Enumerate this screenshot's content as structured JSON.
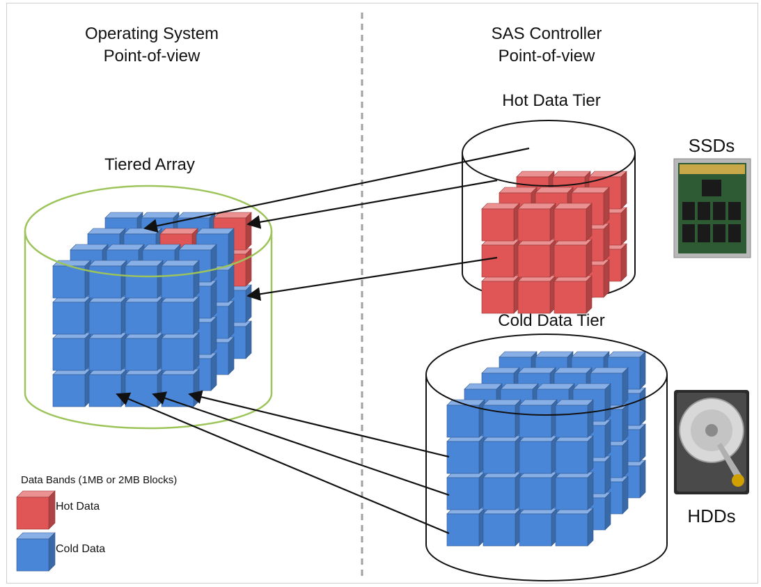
{
  "left_panel": {
    "title_line1": "Operating System",
    "title_line2": "Point-of-view",
    "array_label": "Tiered Array"
  },
  "right_panel": {
    "title_line1": "SAS Controller",
    "title_line2": "Point-of-view",
    "hot_tier_label": "Hot Data Tier",
    "cold_tier_label": "Cold Data Tier",
    "ssd_label": "SSDs",
    "hdd_label": "HDDs"
  },
  "legend": {
    "title": "Data Bands (1MB or 2MB Blocks)",
    "hot_label": "Hot Data",
    "cold_label": "Cold Data"
  },
  "colors": {
    "hot": "#e05555",
    "cold": "#4a86d8",
    "tiered_array_outline": "#9cc45a",
    "tier_outline": "#111111",
    "divider": "#a0a0a0"
  }
}
